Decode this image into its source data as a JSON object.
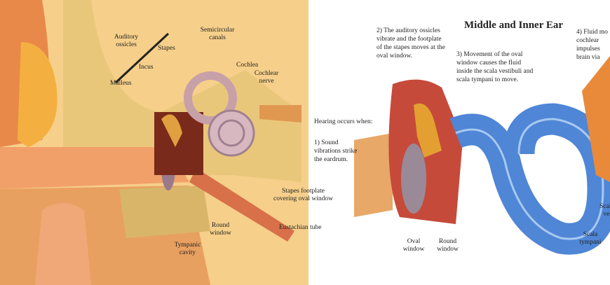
{
  "title": "Middle and Inner Ear",
  "labels": {
    "auditory_ossicles": "Auditory ossicles",
    "stapes": "Stapes",
    "semicircular_canals": "Semicircular canals",
    "incus": "Incus",
    "cochlea": "Cochlea",
    "cochlear_nerve": "Cochlear nerve",
    "malleus": "Malleus",
    "stapes_footplate": "Stapes footplate covering oval window",
    "round_window_left": "Round window",
    "eustachian_tube": "Eustachian tube",
    "tympanic_cavity": "Tympanic cavity",
    "oval_window": "Oval window",
    "round_window_right": "Round window",
    "scala_tympani": "Scala tympani",
    "scala_vestibuli": "Scala ve"
  },
  "steps": {
    "heading": "Hearing occurs when:",
    "s1": "1) Sound vibrations strike the eardrum.",
    "s2": "2) The auditory ossicles vibrate and the footplate of the stapes moves at the oval window.",
    "s3": "3) Movement of the oval window causes the fluid inside the scala vestibuli and scala tympani to move.",
    "s4": "4) Fluid mo cochlear impulses brain via"
  },
  "colors": {
    "skin": "#f0a868",
    "bone": "#f2d98a",
    "cochlea_blue": "#5a8fd8",
    "red": "#c0392b"
  }
}
